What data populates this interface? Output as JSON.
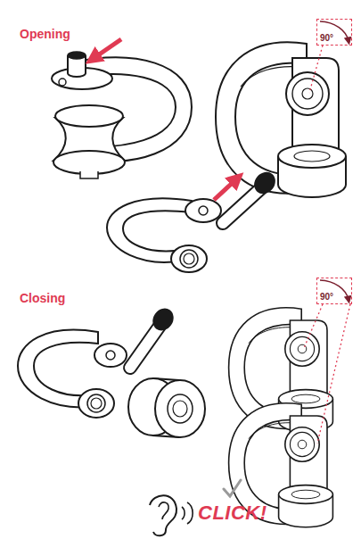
{
  "diagram": {
    "nodes": [
      {
        "text": [
          "90°"
        ]
      },
      {
        "text": [
          "90°"
        ]
      }
    ],
    "labels": [
      "Opening",
      "Closing",
      "CLICK!"
    ]
  }
}
